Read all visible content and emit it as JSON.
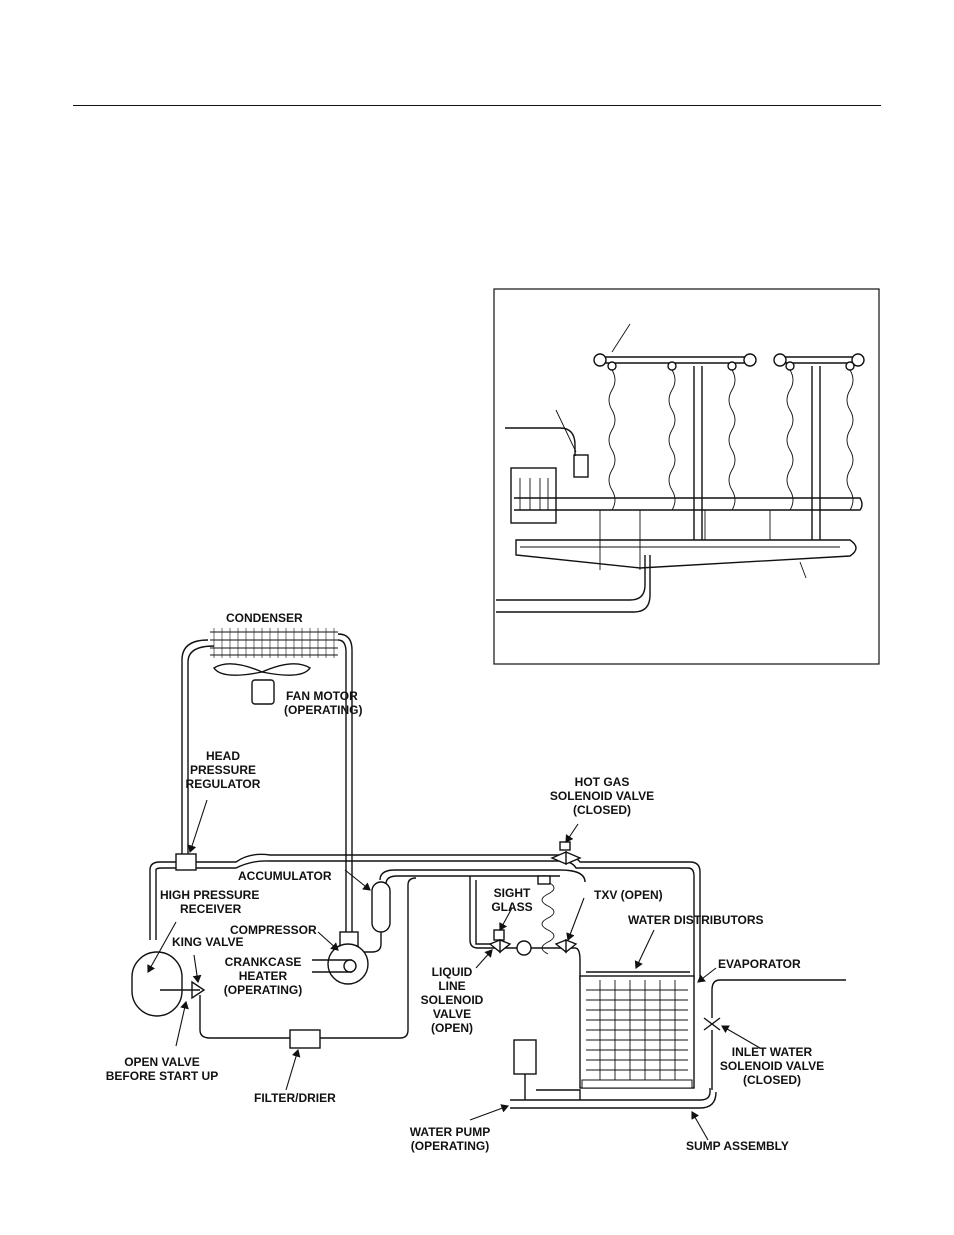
{
  "labels": {
    "condenser": "CONDENSER",
    "fan_motor": [
      "FAN MOTOR",
      "(OPERATING)"
    ],
    "head_pressure_regulator": [
      "HEAD",
      "PRESSURE",
      "REGULATOR"
    ],
    "hot_gas_solenoid": [
      "HOT GAS",
      "SOLENOID VALVE",
      "(CLOSED)"
    ],
    "accumulator": "ACCUMULATOR",
    "high_pressure_receiver": [
      "HIGH PRESSURE",
      "RECEIVER"
    ],
    "compressor": "COMPRESSOR",
    "king_valve": "KING VALVE",
    "crankcase_heater": [
      "CRANKCASE",
      "HEATER",
      "(OPERATING)"
    ],
    "sight_glass": [
      "SIGHT",
      "GLASS"
    ],
    "txv": "TXV (OPEN)",
    "water_distributors": "WATER DISTRIBUTORS",
    "liquid_line_solenoid": [
      "LIQUID",
      "LINE",
      "SOLENOID",
      "VALVE",
      "(OPEN)"
    ],
    "evaporator": "EVAPORATOR",
    "inlet_water_solenoid": [
      "INLET WATER",
      "SOLENOID VALVE",
      "(CLOSED)"
    ],
    "open_valve": [
      "OPEN VALVE",
      "BEFORE START UP"
    ],
    "filter_drier": "FILTER/DRIER",
    "water_pump": [
      "WATER PUMP",
      "(OPERATING)"
    ],
    "sump_assembly": "SUMP ASSEMBLY"
  }
}
